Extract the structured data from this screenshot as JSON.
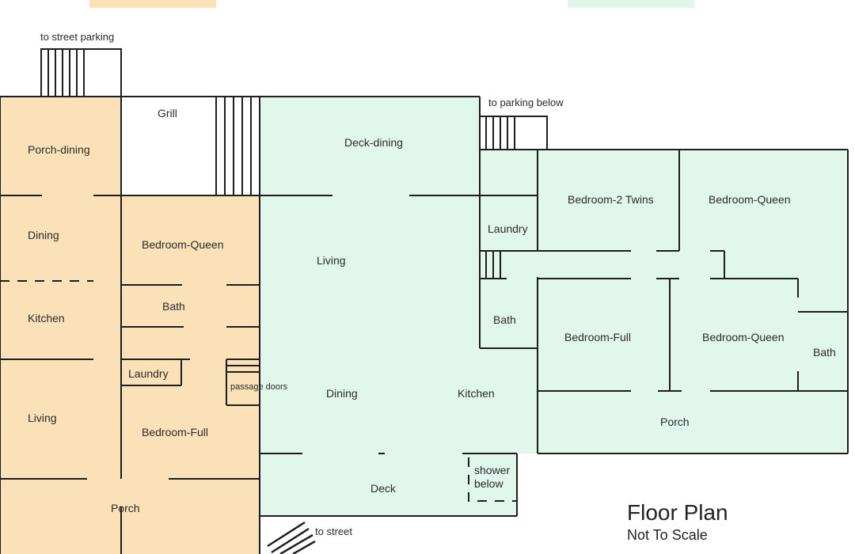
{
  "title": "Floor Plan",
  "subtitle": "Not To Scale",
  "colors": {
    "unit_a": "#fbe1b8",
    "unit_b": "#e2f7ec",
    "walls": "#1e1e1e"
  },
  "annotations": {
    "street_parking": "to street parking",
    "parking_below": "to parking below",
    "street": "to street",
    "passage_doors": "passage doors",
    "shower_line1": "shower",
    "shower_line2": "below"
  },
  "unit_a": {
    "porch_dining": "Porch-dining",
    "grill": "Grill",
    "dining": "Dining",
    "bedroom_queen": "Bedroom-Queen",
    "kitchen": "Kitchen",
    "bath": "Bath",
    "laundry": "Laundry",
    "living": "Living",
    "bedroom_full": "Bedroom-Full",
    "porch": "Porch"
  },
  "unit_b": {
    "deck_dining": "Deck-dining",
    "living": "Living",
    "dining": "Dining",
    "kitchen": "Kitchen",
    "deck": "Deck",
    "laundry": "Laundry",
    "bath_left": "Bath",
    "bedroom_twins": "Bedroom-2 Twins",
    "bedroom_queen_top": "Bedroom-Queen",
    "bedroom_full": "Bedroom-Full",
    "bedroom_queen_mid": "Bedroom-Queen",
    "bath_right": "Bath",
    "porch": "Porch"
  }
}
